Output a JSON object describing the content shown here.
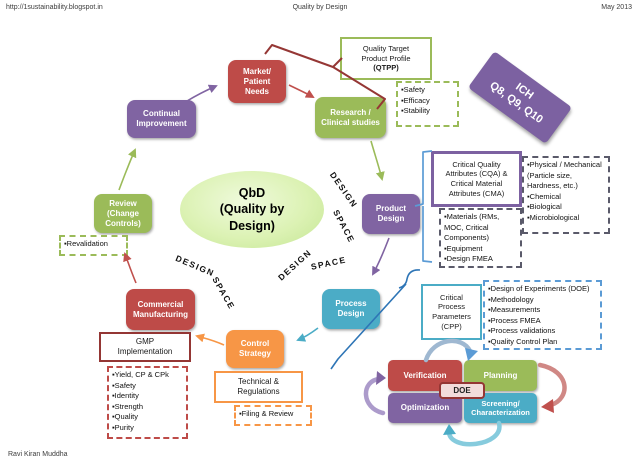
{
  "page": {
    "header_left": "http://1sustainability.blogspot.in",
    "header_center": "Quality by Design",
    "header_right": "May 2013",
    "footer_author": "Ravi Kiran Muddha"
  },
  "bullet": "▪",
  "colors": {
    "red": "#BE4B48",
    "green": "#9BBB59",
    "purple": "#8064A2",
    "teal": "#4BACC6",
    "orange": "#F79646",
    "dark_red_outline": "#943634",
    "line_dark_red": "#953735",
    "steel_blue": "#5B9BD5",
    "diagram_blue": "#2E75B6",
    "ellipse_green": "#DCF2B4",
    "gray_dash": "#5A5A6A"
  },
  "center_ellipse": {
    "label": "QbD\n(Quality by\nDesign)"
  },
  "design_space": {
    "word1": "DESIGN",
    "word2": "SPACE"
  },
  "nodes": {
    "market": {
      "label": "Market/\nPatient\nNeeds"
    },
    "continual": {
      "label": "Continual\nImprovement"
    },
    "research": {
      "label": "Research /\nClinical studies"
    },
    "review": {
      "label": "Review\n(Change\nControls)"
    },
    "product": {
      "label": "Product\nDesign"
    },
    "process": {
      "label": "Process\nDesign"
    },
    "commercial": {
      "label": "Commercial\nManufacturing"
    },
    "control": {
      "label": "Control\nStrategy"
    },
    "ich": {
      "label": "ICH\nQ8, Q9, Q10"
    }
  },
  "callouts": {
    "qtpp": {
      "title": "Quality Target\nProduct Profile",
      "acronym": "(QTPP)"
    },
    "cqa_cma": {
      "label": "Critical Quality\nAttributes (CQA) &\nCritical Material\nAttributes (CMA)"
    },
    "cpp": {
      "label": "Critical\nProcess\nParameters\n(CPP)"
    },
    "gmp": {
      "label": "GMP\nImplementation"
    },
    "tech_reg": {
      "label": "Technical &\nRegulations"
    }
  },
  "lists": {
    "qtpp_items": [
      "Safety",
      "Efficacy",
      "Stability"
    ],
    "revalidation": [
      "Revalidation"
    ],
    "physical": [
      "Physical / Mechanical (Particle size, Hardness, etc.)",
      "Chemical",
      "Biological",
      "Microbiological"
    ],
    "materials": [
      "Materials (RMs, MOC, Critical Components)",
      "Equipment",
      "Design FMEA"
    ],
    "doe": [
      "Design of Experiments (DOE)",
      "Methodology",
      "Measurements",
      "Process FMEA",
      "Process validations",
      "Quality Control Plan"
    ],
    "gmp_items": [
      "Yield, CP & CPk",
      "Safety",
      "Identity",
      "Strength",
      "Quality",
      "Purity"
    ],
    "filing": [
      "Filing & Review"
    ]
  },
  "cycle": {
    "verification": "Verification",
    "planning": "Planning",
    "optimization": "Optimization",
    "screening": "Screening/\nCharacterization",
    "doe": "DOE"
  }
}
